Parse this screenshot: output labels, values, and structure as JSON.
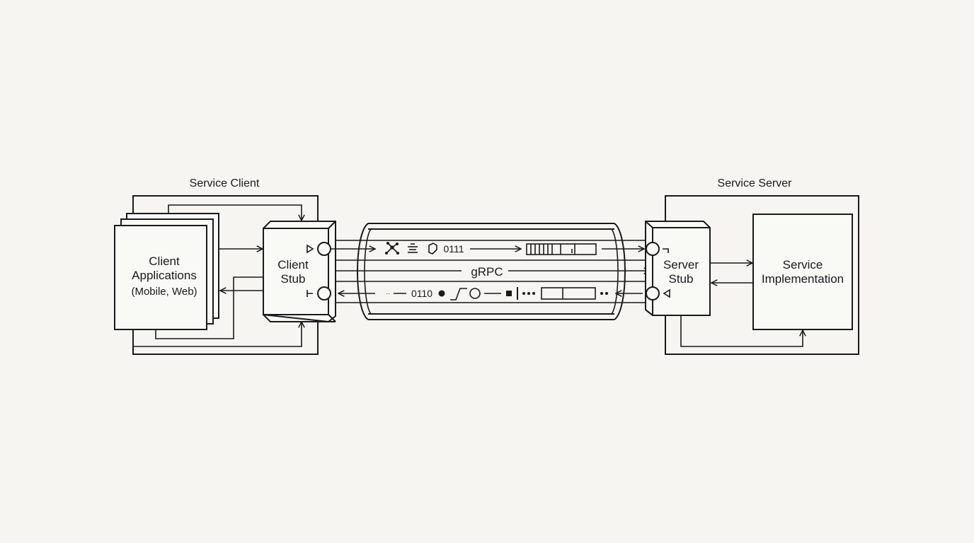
{
  "diagram": {
    "client_group_label": "Service Client",
    "server_group_label": "Service Server",
    "client_apps": {
      "line1": "Client",
      "line2": "Applications",
      "line3": "(Mobile, Web)"
    },
    "client_stub": {
      "line1": "Client",
      "line2": "Stub"
    },
    "server_stub": {
      "line1": "Server",
      "line2": "Stub"
    },
    "service_impl": {
      "line1": "Service",
      "line2": "Implementation"
    },
    "channel_label": "gRPC",
    "request_bits": "0111",
    "response_bits": "0110"
  },
  "icons": [
    "network-icon",
    "stack-icon",
    "shield-icon",
    "frame-icon",
    "dot-icon",
    "step-icon",
    "circle-icon",
    "square-icon",
    "ellipsis-icon"
  ],
  "colors": {
    "ink": "#1a1a1a",
    "paper": "#f6f5f1"
  }
}
